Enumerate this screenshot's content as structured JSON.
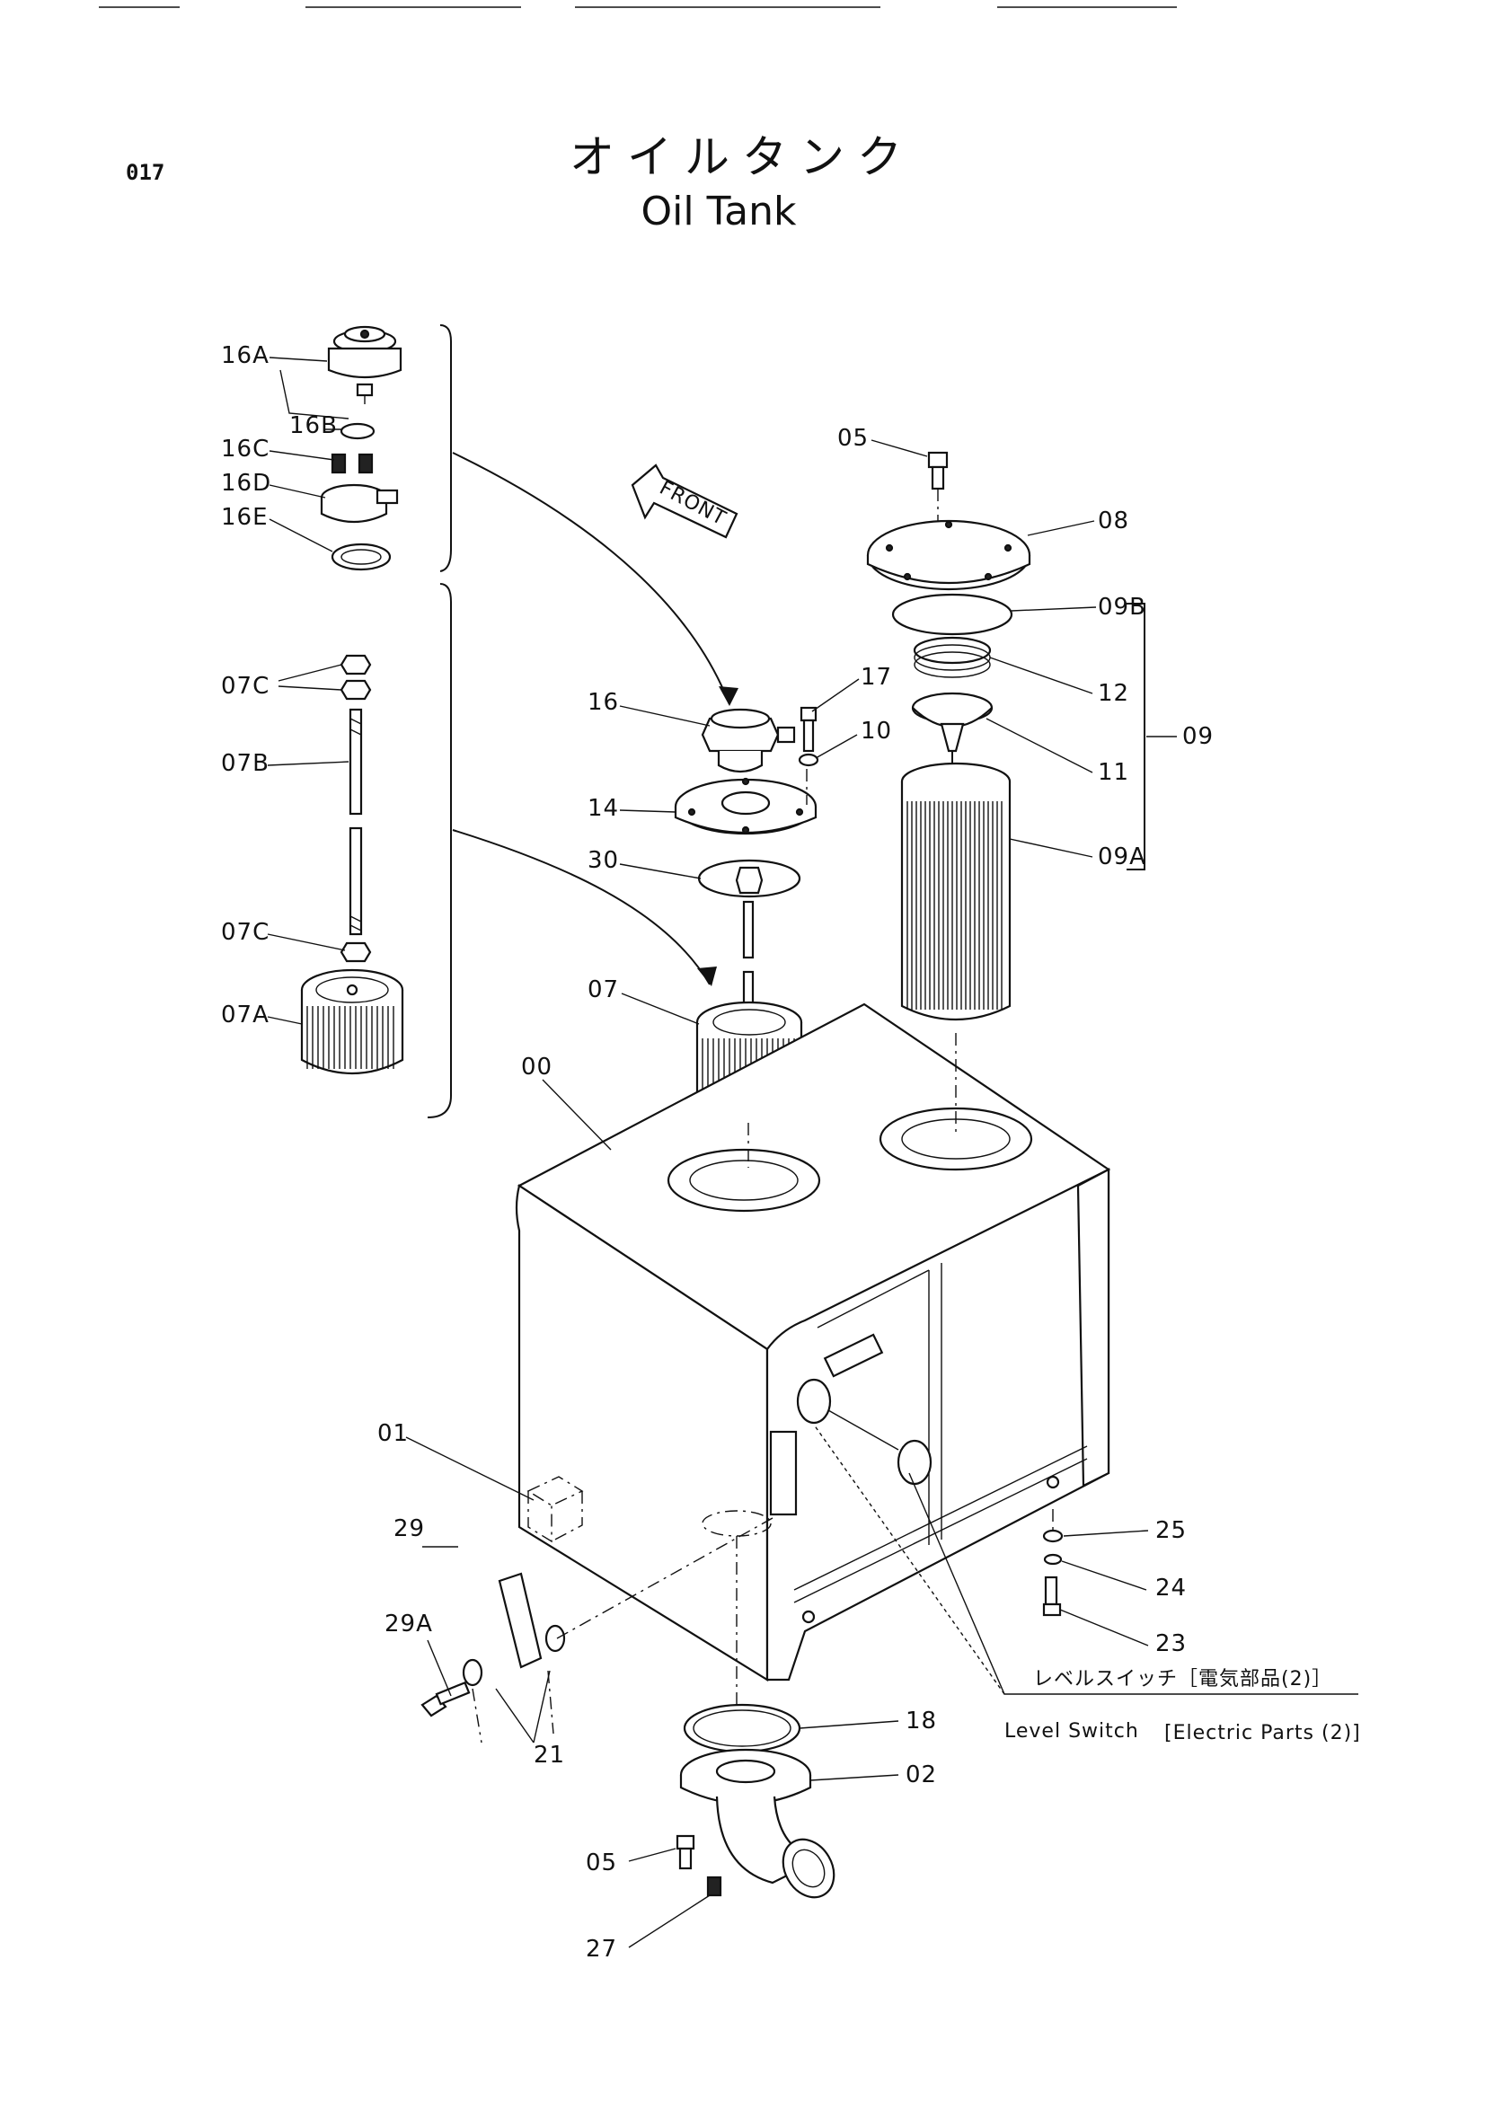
{
  "page_number": "017",
  "title_jp": "オイルタンク",
  "title_en": "Oil Tank",
  "front_label": "FRONT",
  "level_switch": {
    "jp": "レベルスイッチ［電気部品(2)］",
    "en_name": "Level Switch",
    "en_ref": "[Electric Parts (2)]"
  },
  "labels": {
    "p16A": "16A",
    "p16B": "16B",
    "p16C": "16C",
    "p16D": "16D",
    "p16E": "16E",
    "p07C_a": "07C",
    "p07B": "07B",
    "p07C_b": "07C",
    "p07A": "07A",
    "p05_top": "05",
    "p08": "08",
    "p09B": "09B",
    "p12": "12",
    "p11": "11",
    "p09": "09",
    "p09A": "09A",
    "p16": "16",
    "p17": "17",
    "p10": "10",
    "p14": "14",
    "p30": "30",
    "p07": "07",
    "p00": "00",
    "p01": "01",
    "p25": "25",
    "p24": "24",
    "p23": "23",
    "p29": "29",
    "p29A": "29A",
    "p21": "21",
    "p18": "18",
    "p02": "02",
    "p05_bot": "05",
    "p27": "27"
  }
}
